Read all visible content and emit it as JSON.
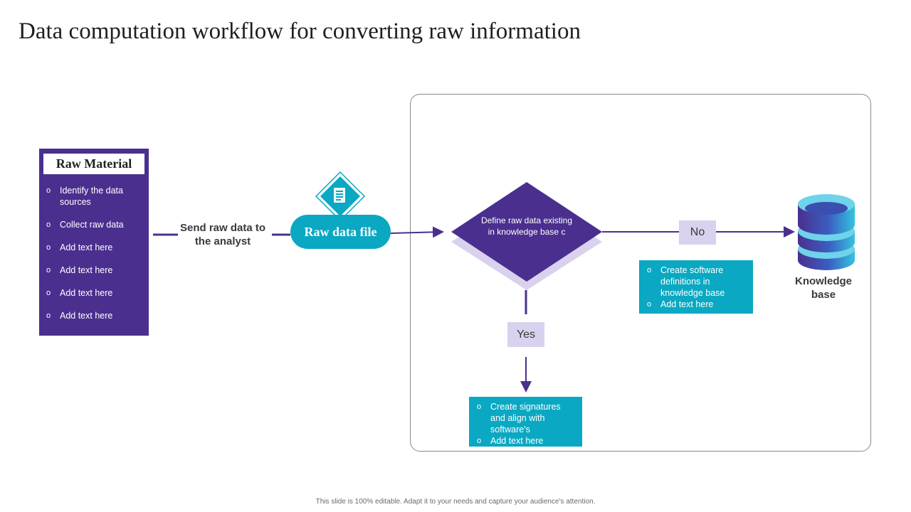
{
  "title": "Data computation workflow for converting raw information",
  "raw_material": {
    "title": "Raw Material",
    "items": [
      "Identify the data sources",
      "Collect raw data",
      "Add text here",
      "Add text here",
      "Add text here",
      "Add text here"
    ]
  },
  "send_label": "Send raw data to the analyst",
  "raw_data_file": "Raw data file",
  "decision": "Define raw data existing in knowledge base    c",
  "no_label": "No",
  "yes_label": "Yes",
  "no_box": {
    "items": [
      "Create software definitions in knowledge base",
      "Add text here"
    ]
  },
  "yes_box": {
    "items": [
      "Create signatures and align with software's",
      "Add text here"
    ]
  },
  "knowledge_base": "Knowledge base",
  "footer": "This slide is 100% editable. Adapt it to your needs and capture your audience's attention.",
  "colors": {
    "purple": "#4a2f8f",
    "teal": "#0aa8c2",
    "lavender": "#d8d2ef"
  },
  "icons": [
    "document-icon",
    "database-icon"
  ]
}
